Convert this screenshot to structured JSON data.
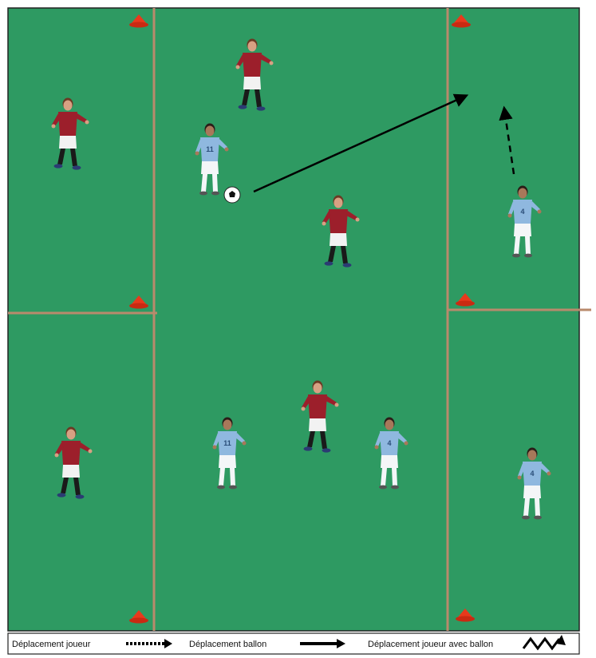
{
  "diagram": {
    "field_color": "#2e9a62",
    "line_color": "#b98a6c",
    "cone_color": "#e8391c",
    "red_team": {
      "shirt": "#9c1f2b",
      "shorts": "#f2f2f2",
      "socks": "#1a1a1a"
    },
    "blue_team": {
      "shirt": "#8fb8df",
      "shorts": "#f4f6f8",
      "socks": "#f4f6f8"
    },
    "players": [
      {
        "team": "red",
        "zone": "left-top"
      },
      {
        "team": "red",
        "zone": "centre-top"
      },
      {
        "team": "blue",
        "zone": "centre-top",
        "number": "11",
        "has_ball": true
      },
      {
        "team": "red",
        "zone": "centre"
      },
      {
        "team": "blue",
        "zone": "right-top",
        "number": "4"
      },
      {
        "team": "red",
        "zone": "left-bottom"
      },
      {
        "team": "blue",
        "zone": "centre-bottom",
        "number": "11"
      },
      {
        "team": "red",
        "zone": "centre-bottom"
      },
      {
        "team": "blue",
        "zone": "centre-bottom",
        "number": "4"
      },
      {
        "team": "blue",
        "zone": "right-bottom",
        "number": "4"
      }
    ],
    "movements": [
      {
        "kind": "ball",
        "from": "blue player 11 (centre-top)",
        "to": "right-top zone"
      },
      {
        "kind": "player",
        "who": "blue player 4 (right-top)",
        "direction": "forward"
      }
    ]
  },
  "legend": {
    "player_move_label": "Déplacement joueur",
    "ball_move_label": "Déplacement ballon",
    "dribble_label": "Déplacement joueur avec ballon",
    "player_move_icon": "dotted-arrow-icon",
    "ball_move_icon": "solid-arrow-icon",
    "dribble_icon": "zigzag-arrow-icon"
  }
}
